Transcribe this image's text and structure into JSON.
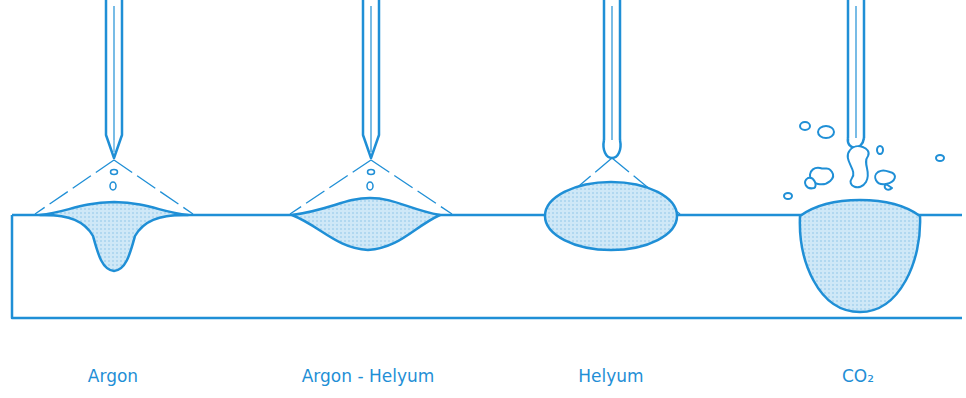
{
  "diagram": {
    "labels": [
      "Argon",
      "Argon - Helyum",
      "Helyum",
      "CO₂"
    ]
  }
}
